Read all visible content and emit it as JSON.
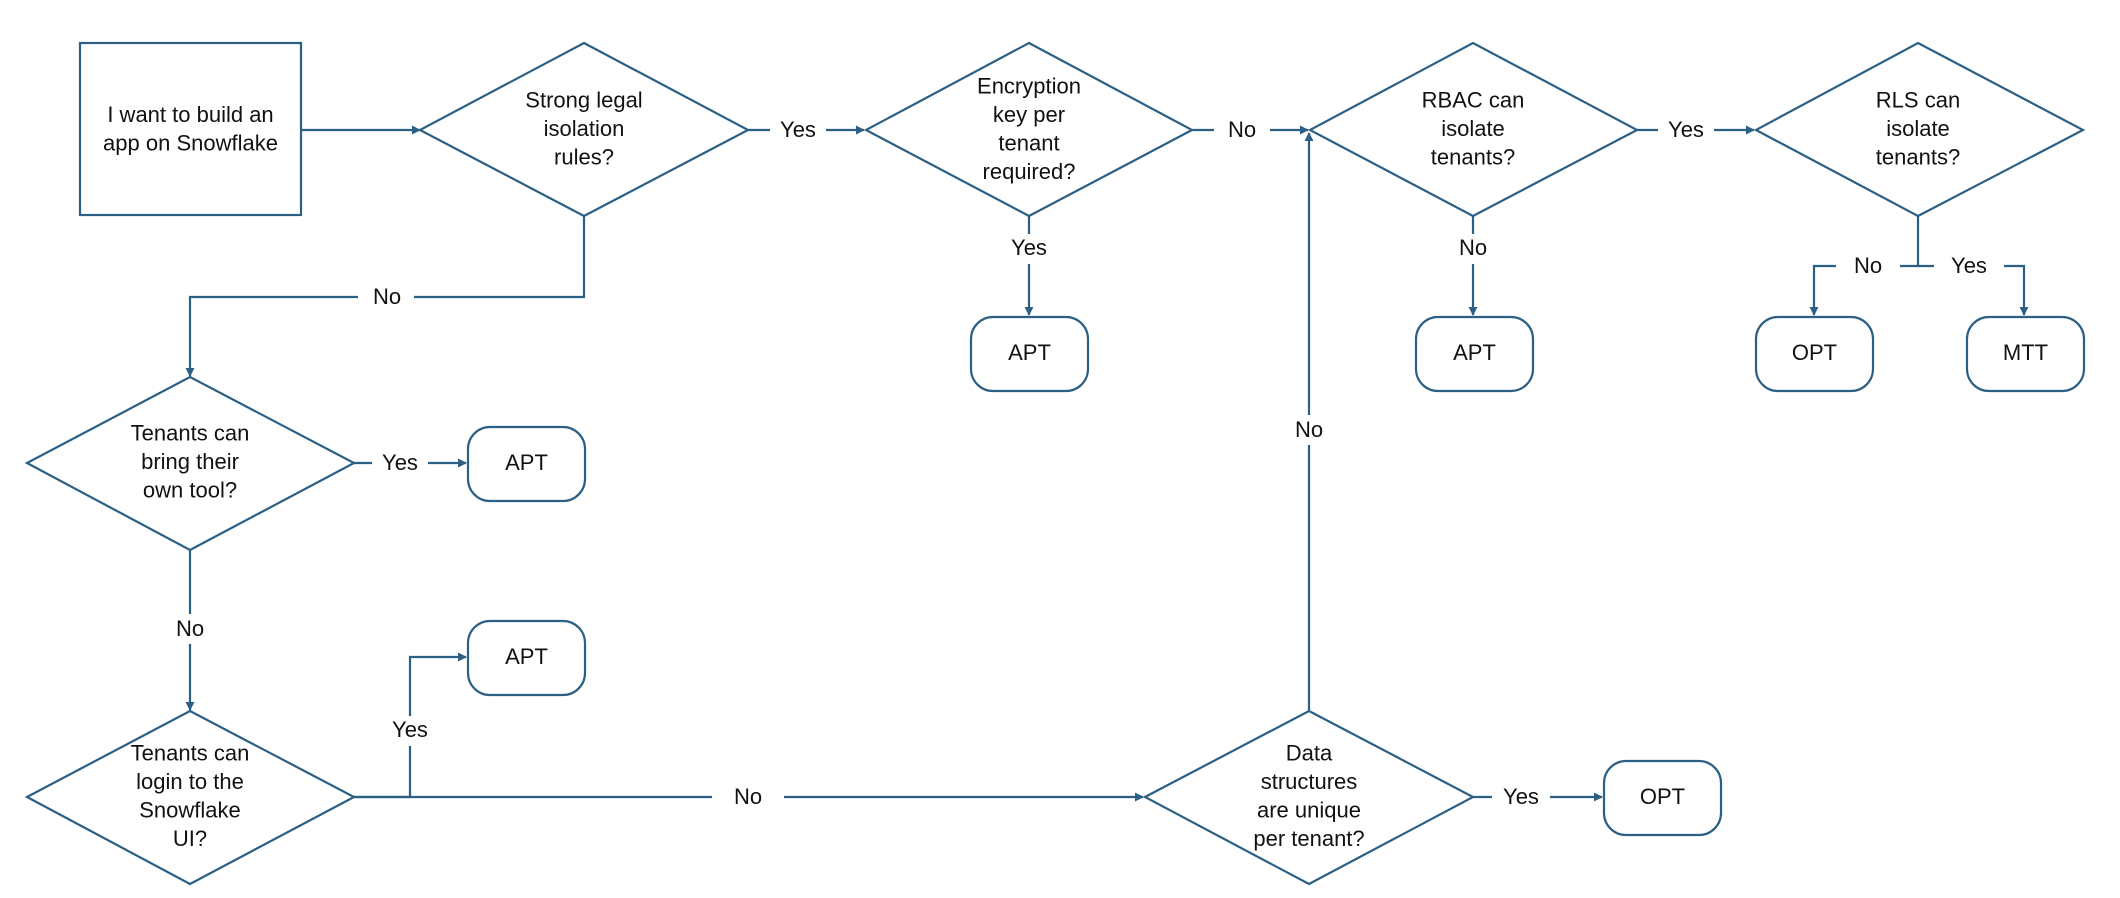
{
  "colors": {
    "line": "#2b5f84",
    "text": "#111111",
    "background": "#ffffff"
  },
  "nodes": {
    "start": {
      "lines": [
        "I want to build an",
        "app on Snowflake"
      ]
    },
    "legal": {
      "lines": [
        "Strong legal",
        "isolation",
        "rules?"
      ]
    },
    "encryption": {
      "lines": [
        "Encryption",
        "key per",
        "tenant",
        "required?"
      ]
    },
    "rbac": {
      "lines": [
        "RBAC can",
        "isolate",
        "tenants?"
      ]
    },
    "rls": {
      "lines": [
        "RLS can",
        "isolate",
        "tenants?"
      ]
    },
    "tool": {
      "lines": [
        "Tenants can",
        "bring their",
        "own tool?"
      ]
    },
    "login": {
      "lines": [
        "Tenants can",
        "login to the",
        "Snowflake",
        "UI?"
      ]
    },
    "datastruct": {
      "lines": [
        "Data",
        "structures",
        "are unique",
        "per tenant?"
      ]
    },
    "apt_encryption": {
      "lines": [
        "APT"
      ]
    },
    "apt_rbac": {
      "lines": [
        "APT"
      ]
    },
    "opt_rls": {
      "lines": [
        "OPT"
      ]
    },
    "mtt_rls": {
      "lines": [
        "MTT"
      ]
    },
    "apt_tool": {
      "lines": [
        "APT"
      ]
    },
    "apt_login": {
      "lines": [
        "APT"
      ]
    },
    "opt_datastruct": {
      "lines": [
        "OPT"
      ]
    }
  },
  "edge_labels": {
    "legal_yes": "Yes",
    "legal_no": "No",
    "encryption_no": "No",
    "encryption_yes": "Yes",
    "rbac_yes": "Yes",
    "rbac_no": "No",
    "rls_no": "No",
    "rls_yes": "Yes",
    "tool_yes": "Yes",
    "tool_no": "No",
    "login_yes": "Yes",
    "login_no": "No",
    "datastruct_yes": "Yes",
    "datastruct_no": "No"
  }
}
